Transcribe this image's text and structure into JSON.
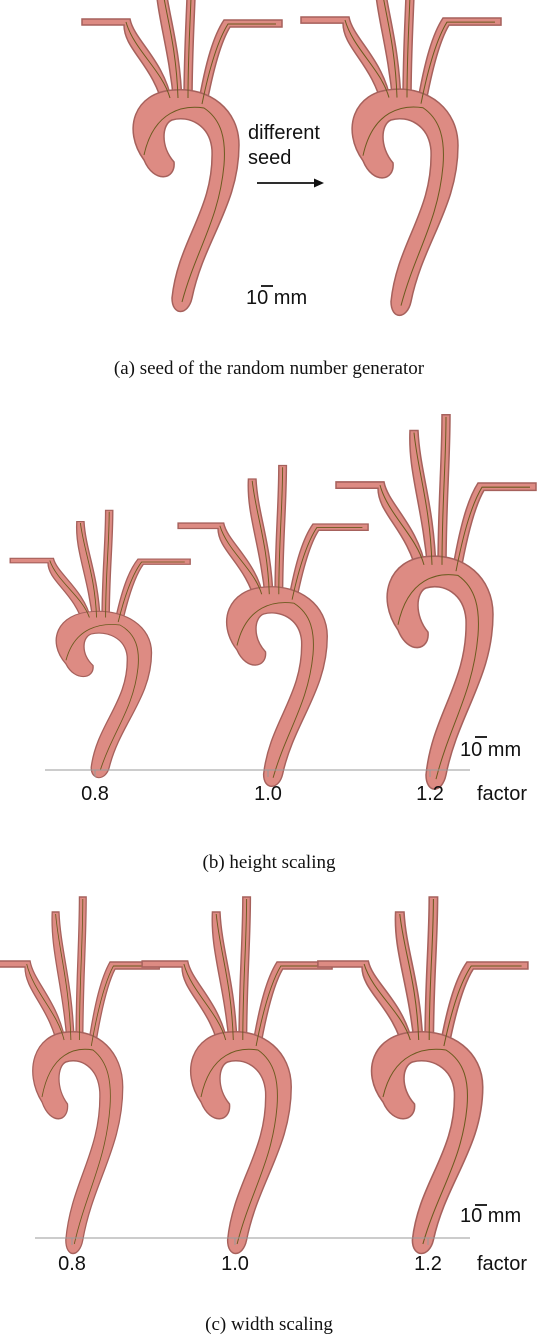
{
  "panels": [
    {
      "caption": "(a)  seed of the random number generator",
      "annotation": [
        "different",
        "seed"
      ],
      "scale_label": "10 mm"
    },
    {
      "caption": "(b)  height scaling",
      "factors": [
        "0.8",
        "1.0",
        "1.2"
      ],
      "axis_label": "factor",
      "scale_label": "10 mm"
    },
    {
      "caption": "(c)  width scaling",
      "factors": [
        "0.8",
        "1.0",
        "1.2"
      ],
      "axis_label": "factor",
      "scale_label": "10 mm"
    }
  ],
  "colors": {
    "vessel": "#dd8b83",
    "vessel_outline": "#a6615c",
    "centerline": "#6b5a1e"
  }
}
